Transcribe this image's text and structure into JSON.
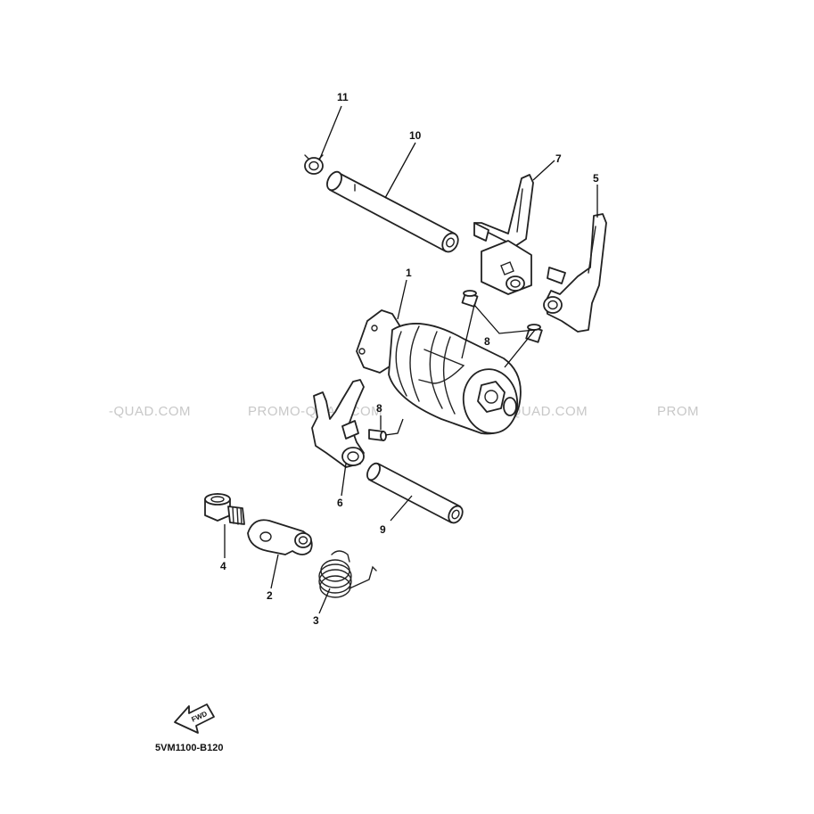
{
  "watermarks": [
    "-QUAD.COM",
    "PROMO-QUAD.COM",
    "PROMO-QUAD.COM",
    "PROM"
  ],
  "callouts": {
    "c1": "1",
    "c2": "2",
    "c3": "3",
    "c4": "4",
    "c5": "5",
    "c6": "6",
    "c7": "7",
    "c8a": "8",
    "c8b": "8",
    "c9": "9",
    "c10": "10",
    "c11": "11"
  },
  "fwd_label": "FWD",
  "diagram_code": "5VM1100-B120"
}
